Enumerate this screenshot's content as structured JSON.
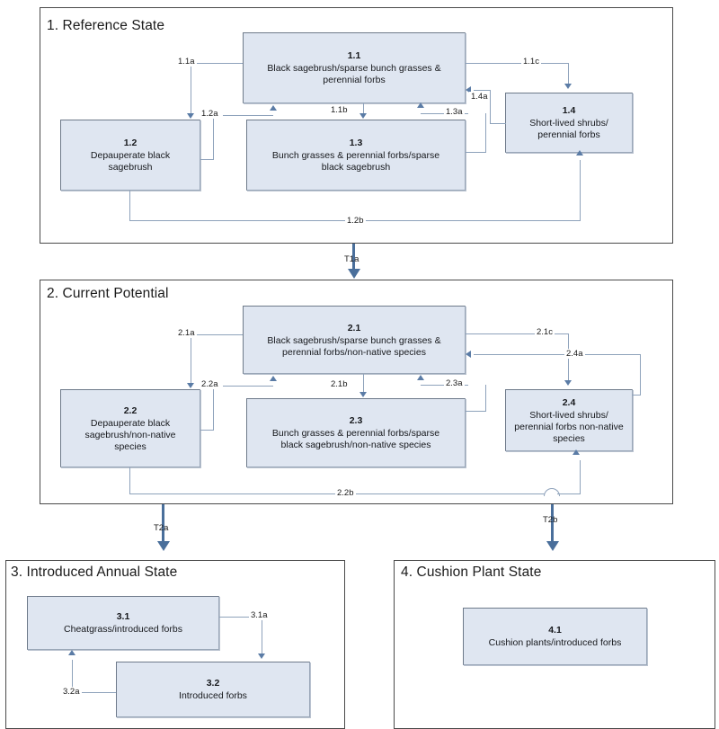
{
  "diagram": {
    "title_present": false,
    "colors": {
      "box_fill": "#dfe6f1",
      "box_border": "#6e7a8a",
      "state_border": "#4a4a4a",
      "connector": "#8ea2bb",
      "arrowhead": "#5b7ca6",
      "transition": "#4a6f9b",
      "text": "#16181c"
    }
  },
  "states": [
    {
      "id": "state-1",
      "title": "1. Reference State",
      "phases": [
        {
          "id": "1.1",
          "num": "1.1",
          "lines": [
            "Black sagebrush/sparse bunch grasses &",
            "perennial forbs"
          ]
        },
        {
          "id": "1.2",
          "num": "1.2",
          "lines": [
            "Depauperate black",
            "sagebrush"
          ]
        },
        {
          "id": "1.3",
          "num": "1.3",
          "lines": [
            "Bunch grasses & perennial forbs/sparse",
            "black sagebrush"
          ]
        },
        {
          "id": "1.4",
          "num": "1.4",
          "lines": [
            "Short-lived shrubs/",
            "perennial forbs"
          ]
        }
      ],
      "pathways": [
        "1.1a",
        "1.2a",
        "1.1b",
        "1.1c",
        "1.3a",
        "1.4a",
        "1.2b"
      ]
    },
    {
      "id": "state-2",
      "title": "2. Current Potential",
      "phases": [
        {
          "id": "2.1",
          "num": "2.1",
          "lines": [
            "Black sagebrush/sparse bunch grasses &",
            "perennial forbs/non-native species"
          ]
        },
        {
          "id": "2.2",
          "num": "2.2",
          "lines": [
            "Depauperate black",
            "sagebrush/non-native",
            "species"
          ]
        },
        {
          "id": "2.3",
          "num": "2.3",
          "lines": [
            "Bunch grasses & perennial forbs/sparse",
            "black sagebrush/non-native species"
          ]
        },
        {
          "id": "2.4",
          "num": "2.4",
          "lines": [
            "Short-lived shrubs/",
            "perennial forbs non-native",
            "species"
          ]
        }
      ],
      "pathways": [
        "2.1a",
        "2.2a",
        "2.1b",
        "2.1c",
        "2.3a",
        "2.4a",
        "2.2b"
      ]
    },
    {
      "id": "state-3",
      "title": "3. Introduced Annual State",
      "phases": [
        {
          "id": "3.1",
          "num": "3.1",
          "lines": [
            "Cheatgrass/introduced forbs"
          ]
        },
        {
          "id": "3.2",
          "num": "3.2",
          "lines": [
            "Introduced forbs"
          ]
        }
      ],
      "pathways": [
        "3.1a",
        "3.2a"
      ]
    },
    {
      "id": "state-4",
      "title": "4. Cushion Plant State",
      "phases": [
        {
          "id": "4.1",
          "num": "4.1",
          "lines": [
            "Cushion plants/introduced forbs"
          ]
        }
      ],
      "pathways": []
    }
  ],
  "transitions": [
    {
      "id": "T1a",
      "label": "T1a",
      "from": "state-1",
      "to": "state-2"
    },
    {
      "id": "T2a",
      "label": "T2a",
      "from": "state-2",
      "to": "state-3"
    },
    {
      "id": "T2b",
      "label": "T2b",
      "from": "state-2",
      "to": "state-4"
    }
  ],
  "labels": {
    "s1_title": "1. Reference State",
    "s2_title": "2. Current Potential",
    "s3_title": "3. Introduced Annual State",
    "s4_title": "4. Cushion Plant State",
    "b11_num": "1.1",
    "b11_l1": "Black sagebrush/sparse bunch grasses &",
    "b11_l2": "perennial forbs",
    "b12_num": "1.2",
    "b12_l1": "Depauperate black",
    "b12_l2": "sagebrush",
    "b13_num": "1.3",
    "b13_l1": "Bunch grasses & perennial forbs/sparse",
    "b13_l2": "black sagebrush",
    "b14_num": "1.4",
    "b14_l1": "Short-lived shrubs/",
    "b14_l2": "perennial forbs",
    "b21_num": "2.1",
    "b21_l1": "Black sagebrush/sparse bunch grasses &",
    "b21_l2": "perennial forbs/non-native species",
    "b22_num": "2.2",
    "b22_l1": "Depauperate black",
    "b22_l2": "sagebrush/non-native",
    "b22_l3": "species",
    "b23_num": "2.3",
    "b23_l1": "Bunch grasses & perennial forbs/sparse",
    "b23_l2": "black sagebrush/non-native species",
    "b24_num": "2.4",
    "b24_l1": "Short-lived shrubs/",
    "b24_l2": "perennial forbs non-native",
    "b24_l3": "species",
    "b31_num": "3.1",
    "b31_l1": "Cheatgrass/introduced forbs",
    "b32_num": "3.2",
    "b32_l1": "Introduced forbs",
    "b41_num": "4.1",
    "b41_l1": "Cushion plants/introduced forbs",
    "p11a": "1.1a",
    "p12a": "1.2a",
    "p11b": "1.1b",
    "p11c": "1.1c",
    "p13a": "1.3a",
    "p14a": "1.4a",
    "p12b": "1.2b",
    "p21a": "2.1a",
    "p22a": "2.2a",
    "p21b": "2.1b",
    "p21c": "2.1c",
    "p23a": "2.3a",
    "p24a": "2.4a",
    "p22b": "2.2b",
    "p31a": "3.1a",
    "p32a": "3.2a",
    "t1a": "T1a",
    "t2a": "T2a",
    "t2b": "T2b"
  }
}
